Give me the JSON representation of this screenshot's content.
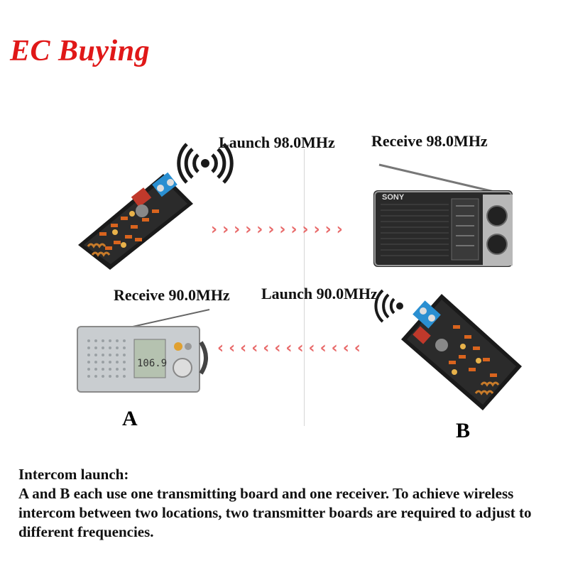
{
  "brand": "EC Buying",
  "labels": {
    "launch_98": "Launch 98.0MHz",
    "receive_98": "Receive 98.0MHz",
    "receive_90": "Receive 90.0MHz",
    "launch_90": "Launch 90.0MHz"
  },
  "sites": {
    "a": "A",
    "b": "B"
  },
  "radio_b": {
    "brand": "SONY"
  },
  "radio_a": {
    "display": "106.9"
  },
  "arrows": {
    "right": "››››››››››››",
    "left": "‹‹‹‹‹‹‹‹‹‹‹‹‹"
  },
  "description": {
    "heading": "Intercom launch:",
    "body": "A and B each use one transmitting board and one receiver. To achieve wireless intercom between two locations, two transmitter boards are required to adjust to different frequencies."
  },
  "colors": {
    "brand": "#e01818",
    "arrow": "#e86a6a",
    "pcb": "#1a1a1a",
    "terminal": "#2a8fd1"
  }
}
